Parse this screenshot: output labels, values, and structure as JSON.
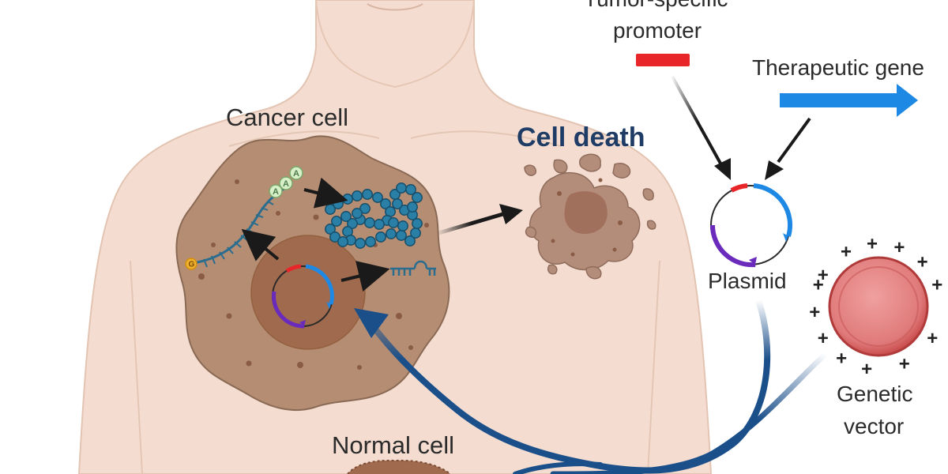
{
  "labels": {
    "promoter_line1": "Tumor-specific",
    "promoter_line2": "promoter",
    "therapeutic_gene": "Therapeutic gene",
    "cancer_cell": "Cancer cell",
    "cell_death": "Cell death",
    "plasmid": "Plasmid",
    "genetic_vector_line1": "Genetic",
    "genetic_vector_line2": "vector",
    "normal_cell": "Normal cell",
    "polyA_letter": "A",
    "cap_letter": "G",
    "charge_symbol": "+"
  },
  "colors": {
    "skin": "#f4ddd0",
    "skin_outline": "#e3c4b2",
    "cancer_cell": "#b08a70",
    "nucleus": "#a86b4c",
    "promoter_red": "#e8262a",
    "gene_blue": "#1e88e5",
    "plasmid_purple": "#6a2bbd",
    "delivery_arrow": "#1a4f8a",
    "vector_red": "#d85a5a",
    "cell_death_brown": "#b48a78",
    "protein_teal": "#2a6d8f"
  },
  "icons": [
    "arrow-icon",
    "plasmid-icon",
    "protein-chain-icon",
    "mrna-icon",
    "vector-particle-icon"
  ]
}
